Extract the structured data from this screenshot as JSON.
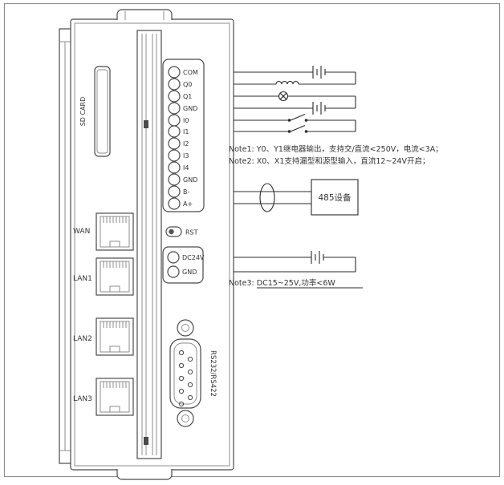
{
  "device": {
    "sd_card_label": "SD CARD",
    "terminals": [
      "COM",
      "Q0",
      "Q1",
      "GND",
      "I0",
      "I1",
      "I2",
      "I3",
      "I4",
      "GND",
      "B-",
      "A+"
    ],
    "rst_label": "RST",
    "power": [
      "DC24V",
      "GND"
    ],
    "ethernet": [
      "WAN",
      "LAN1",
      "LAN2",
      "LAN3"
    ],
    "serial_label": "RS232/RS422"
  },
  "wiring": {
    "box_485": "485设备",
    "notes": {
      "note1": "Note1: Y0、Y1继电器输出，支持交/直流<250V，电流<3A；",
      "note2": "Note2: X0、X1支持漏型和源型输入，直流12~24V开启；",
      "note3": "Note3: DC15~25V,功率<6W"
    }
  }
}
